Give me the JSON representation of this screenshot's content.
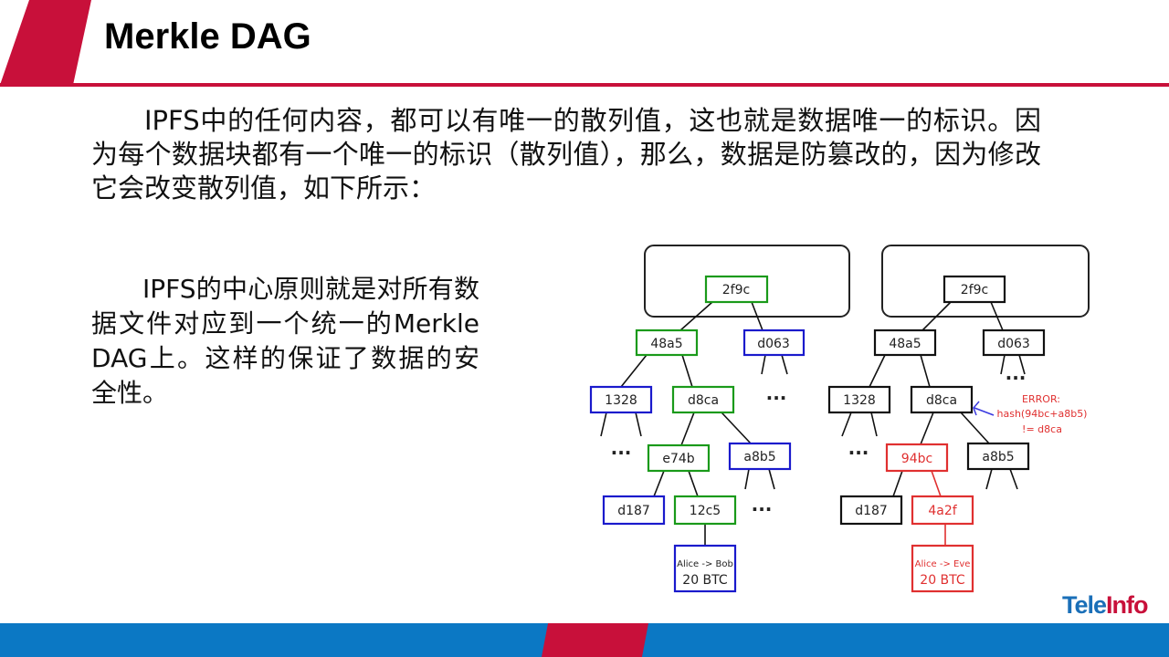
{
  "header": {
    "title": "Merkle DAG"
  },
  "body": {
    "paragraph1": "IPFS中的任何内容，都可以有唯一的散列值，这也就是数据唯一的标识。因为每个数据块都有一个唯一的标识（散列值），那么，数据是防篡改的，因为修改它会改变散列值，如下所示：",
    "paragraph2": "IPFS的中心原则就是对所有数据文件对应到一个统一的Merkle DAG上。这样的保证了数据的安全性。"
  },
  "diagram": {
    "colors": {
      "green": "#1a9a1a",
      "blue": "#1a1acc",
      "black": "#111111",
      "red": "#e03030"
    },
    "left": {
      "root": "2f9c",
      "n48a5": "48a5",
      "d063": "d063",
      "n1328": "1328",
      "d8ca": "d8ca",
      "e74b": "e74b",
      "a8b5": "a8b5",
      "d187": "d187",
      "n12c5": "12c5",
      "leaf1": "Alice -> Bob",
      "leaf2": "20 BTC",
      "dots": "..."
    },
    "right": {
      "root": "2f9c",
      "n48a5": "48a5",
      "d063": "d063",
      "n1328": "1328",
      "d8ca": "d8ca",
      "n94bc": "94bc",
      "a8b5": "a8b5",
      "d187": "d187",
      "n4a2f": "4a2f",
      "leaf1": "Alice -> Eve",
      "leaf2": "20 BTC",
      "dots": "..."
    },
    "error": {
      "line1": "ERROR:",
      "line2": "hash(94bc+a8b5)",
      "line3": "!= d8ca"
    }
  },
  "logo": {
    "part1": "Tele",
    "part2": "Info"
  }
}
